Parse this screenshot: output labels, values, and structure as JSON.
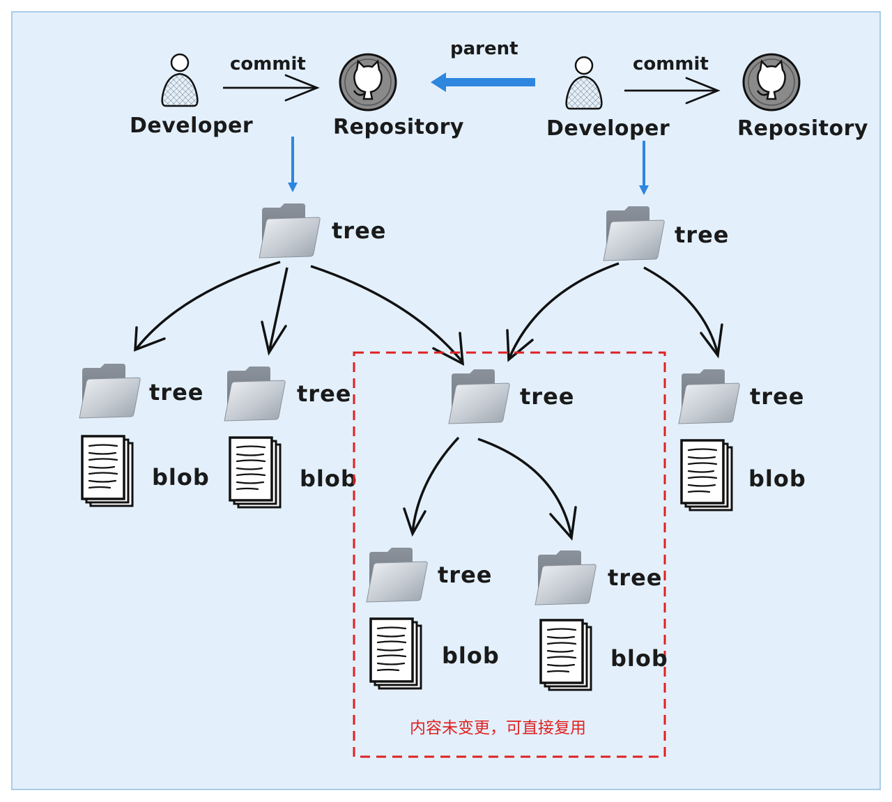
{
  "left_commit": {
    "developer_label": "Developer",
    "repository_label": "Repository",
    "edge_label": "commit",
    "tree_root": "tree",
    "sub_tree_1": "tree",
    "sub_tree_1_blob": "blob",
    "sub_tree_2": "tree",
    "sub_tree_2_blob": "blob"
  },
  "right_commit": {
    "developer_label": "Developer",
    "repository_label": "Repository",
    "edge_label": "commit",
    "tree_root": "tree",
    "sub_tree": "tree",
    "sub_tree_blob": "blob"
  },
  "parent_edge_label": "parent",
  "shared_subtree": {
    "tree": "tree",
    "child_tree_1": "tree",
    "child_tree_1_blob": "blob",
    "child_tree_2": "tree",
    "child_tree_2_blob": "blob",
    "note": "内容未变更，可直接复用"
  },
  "colors": {
    "background": "#e3f0fc",
    "border": "#a9cbe8",
    "arrow_blue": "#2e86de",
    "dashed_box": "#e02020"
  },
  "icons": [
    "user-icon",
    "github-octocat-icon",
    "folder-icon",
    "document-stack-icon"
  ]
}
